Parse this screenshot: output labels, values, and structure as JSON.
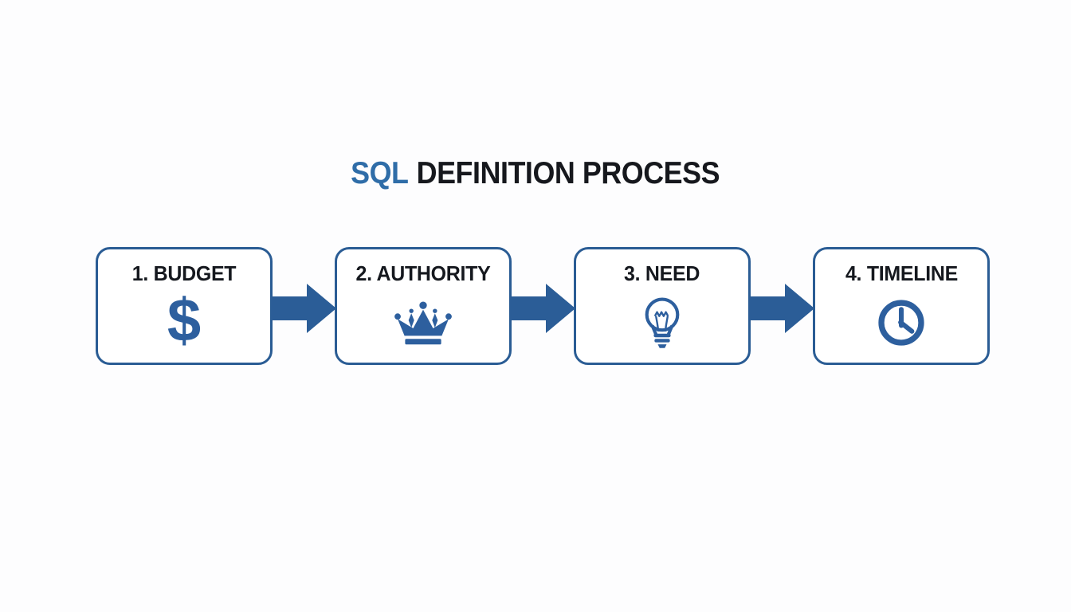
{
  "title": {
    "highlight": "SQL",
    "rest": "DEFINITION PROCESS"
  },
  "colors": {
    "title_highlight_blue": "#2f6da8",
    "diagram_blue": "#2a5c94",
    "icon_blue": "#2d5f9e",
    "text_dark": "#16181d",
    "background": "#fdfdfe",
    "box_fill": "#ffffff"
  },
  "steps": [
    {
      "label": "1. BUDGET",
      "icon": "dollar-icon"
    },
    {
      "label": "2. AUTHORITY",
      "icon": "crown-icon"
    },
    {
      "label": "3. NEED",
      "icon": "lightbulb-icon"
    },
    {
      "label": "4. TIMELINE",
      "icon": "clock-icon"
    }
  ],
  "icons": {
    "dollar_glyph": "$"
  },
  "connectors": {
    "type": "solid-block-arrow-right",
    "count": 3
  }
}
